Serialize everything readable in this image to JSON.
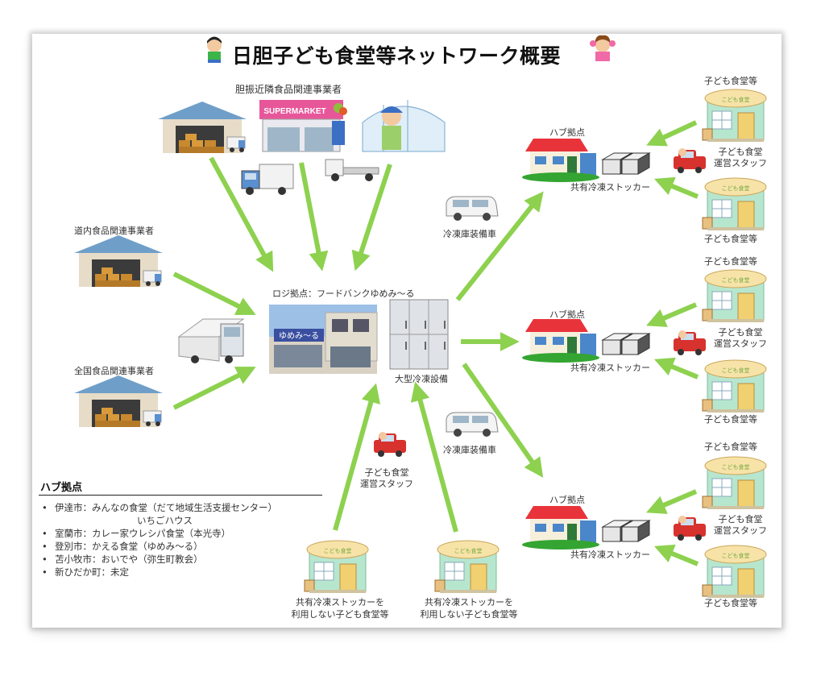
{
  "title": "日胆子ども食堂等ネットワーク概要",
  "groups": {
    "iburi_food": "胆振近隣食品関連事業者",
    "hokkaido_food": "道内食品関連事業者",
    "national_food": "全国食品関連事業者"
  },
  "logistics": {
    "label": "ロジ拠点：フードバンクゆめみ～る",
    "freezer": "大型冷凍設備",
    "shop_sign": "ゆめみ～る"
  },
  "vans": {
    "top": "冷凍庫装備車",
    "bottom": "冷凍庫装備車"
  },
  "supermarket_sign": "SUPERMARKET",
  "hubs": [
    {
      "hub_label": "ハブ拠点",
      "stocker_label": "共有冷凍ストッカー",
      "cafeteria_top": "子ども食堂等",
      "staff": "子ども食堂\n運営スタッフ",
      "cafeteria_bottom": "子ども食堂等"
    },
    {
      "hub_label": "ハブ拠点",
      "stocker_label": "共有冷凍ストッカー",
      "cafeteria_top": "子ども食堂等",
      "staff": "子ども食堂\n運営スタッフ",
      "cafeteria_bottom": "子ども食堂等"
    },
    {
      "hub_label": "ハブ拠点",
      "stocker_label": "共有冷凍ストッカー",
      "cafeteria_top": "子ども食堂等",
      "staff": "子ども食堂\n運営スタッフ",
      "cafeteria_bottom": "子ども食堂等"
    }
  ],
  "center_staff": "子ども食堂\n運営スタッフ",
  "cafeteria_sign": "こども食堂",
  "non_user_cafeterias": [
    "共有冷凍ストッカーを\n利用しない子ども食堂等",
    "共有冷凍ストッカーを\n利用しない子ども食堂等"
  ],
  "legend": {
    "title": "ハブ拠点",
    "items": [
      "伊達市：みんなの食堂（だて地域生活支援センター）",
      "いちごハウス",
      "室蘭市：カレー家ウレシパ食堂（本光寺）",
      "登別市：かえる食堂（ゆめみ～る）",
      "苫小牧市：おいでや（弥生町教会）",
      "新ひだか町：未定"
    ]
  },
  "colors": {
    "arrow": "#8dd14f",
    "roof_red": "#e9333a",
    "grass": "#34a532",
    "roof_blue": "#5a93c8",
    "cafe_green": "#a8e0c8"
  }
}
